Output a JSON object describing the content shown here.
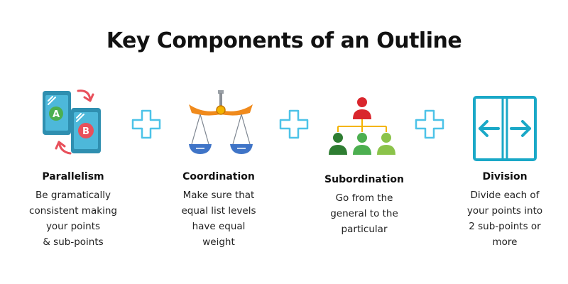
{
  "title": "Key Components of an Outline",
  "colors": {
    "accent_blue": "#4dc3e8",
    "arrow_red": "#e8505b",
    "phone_teal": "#3fa9c9",
    "node_red": "#d9262d",
    "node_green": "#4caf50",
    "connector_orange": "#f4b400",
    "scale_orange": "#f08a1c",
    "pan_blue": "#3f74c7"
  },
  "components": [
    {
      "icon": "phones-swap-icon",
      "heading": "Parallelism",
      "body": "Be gramatically\nconsistent making\nyour points\n& sub-points",
      "badge_a": "A",
      "badge_b": "B"
    },
    {
      "icon": "balance-scale-icon",
      "heading": "Coordination",
      "body": "Make sure that\nequal list levels\nhave equal\nweight"
    },
    {
      "icon": "hierarchy-icon",
      "heading": "Subordination",
      "body": "Go from the\ngeneral to the\nparticular"
    },
    {
      "icon": "split-arrows-icon",
      "heading": "Division",
      "body": "Divide each of\nyour points into\n2 sub-points or\nmore"
    }
  ]
}
